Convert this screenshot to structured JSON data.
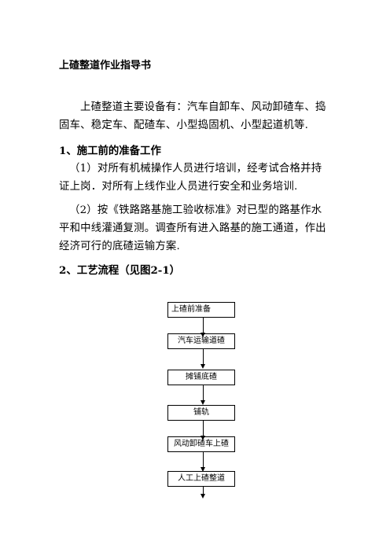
{
  "doc": {
    "title": "上碴整道作业指导书",
    "intro": "上碴整道主要设备有：汽车自卸车、风动卸碴车、捣固车、稳定车、配碴车、小型捣固机、小型起道机等.",
    "section1": {
      "heading": "1、施工前的准备工作",
      "p1": "（1）对所有机械操作人员进行培训，经考试合格并持证上岗．对所有上线作业人员进行安全和业务培训.",
      "p2": "（2）按《铁路路基施工验收标准》对已型的路基作水平和中线灌通复测。调查所有进入路基的施工通道，作出经济可行的底碴运输方案."
    },
    "section2": {
      "heading": "2、工艺流程（见图2-1）"
    }
  },
  "flowchart": {
    "steps": [
      "上碴前准备",
      "汽车运输道碴",
      "摊铺底碴",
      "铺轨",
      "风动卸碴车上碴",
      "人工上碴整道"
    ]
  }
}
